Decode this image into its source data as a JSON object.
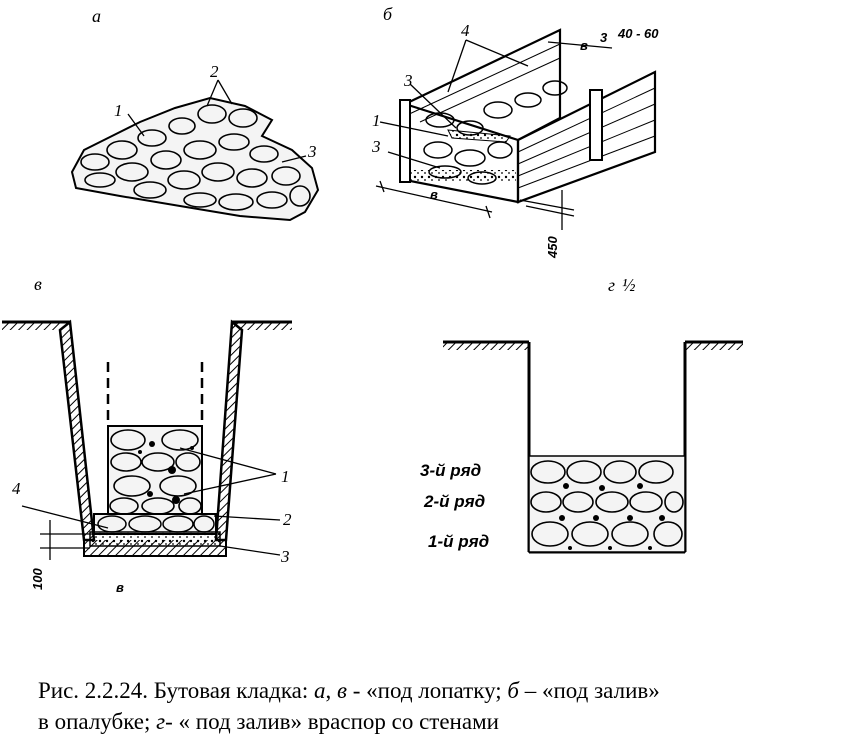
{
  "panels": {
    "a": "а",
    "b": "б",
    "v": "в",
    "g": "г",
    "g_fraction": "½"
  },
  "callouts": {
    "a_1": "1",
    "a_2": "2",
    "a_3": "3",
    "b_1": "1",
    "b_3_upper": "3",
    "b_3_lower": "3",
    "b_3_right": "3",
    "b_4": "4",
    "b_width_in": "в",
    "b_width_top": "в",
    "v_1": "1",
    "v_2": "2",
    "v_3": "3",
    "v_4": "4",
    "v_bottom": "в"
  },
  "dimensions": {
    "b_board": "40 - 60",
    "b_height": "450",
    "v_depth": "100"
  },
  "rows": [
    "3-й ряд",
    "2-й ряд",
    "1-й ряд"
  ],
  "caption": {
    "prefix": "Рис. 2.2.24. Бутовая кладка: ",
    "a": "а",
    "comma": ", ",
    "v": "в",
    "mid1": " - «под лопатку; ",
    "b": "б",
    "mid2": " – «под залив»",
    "line2_a": "в опалубке; ",
    "g": "г",
    "line2_b": "- « под залив»  враспор со стенами"
  }
}
